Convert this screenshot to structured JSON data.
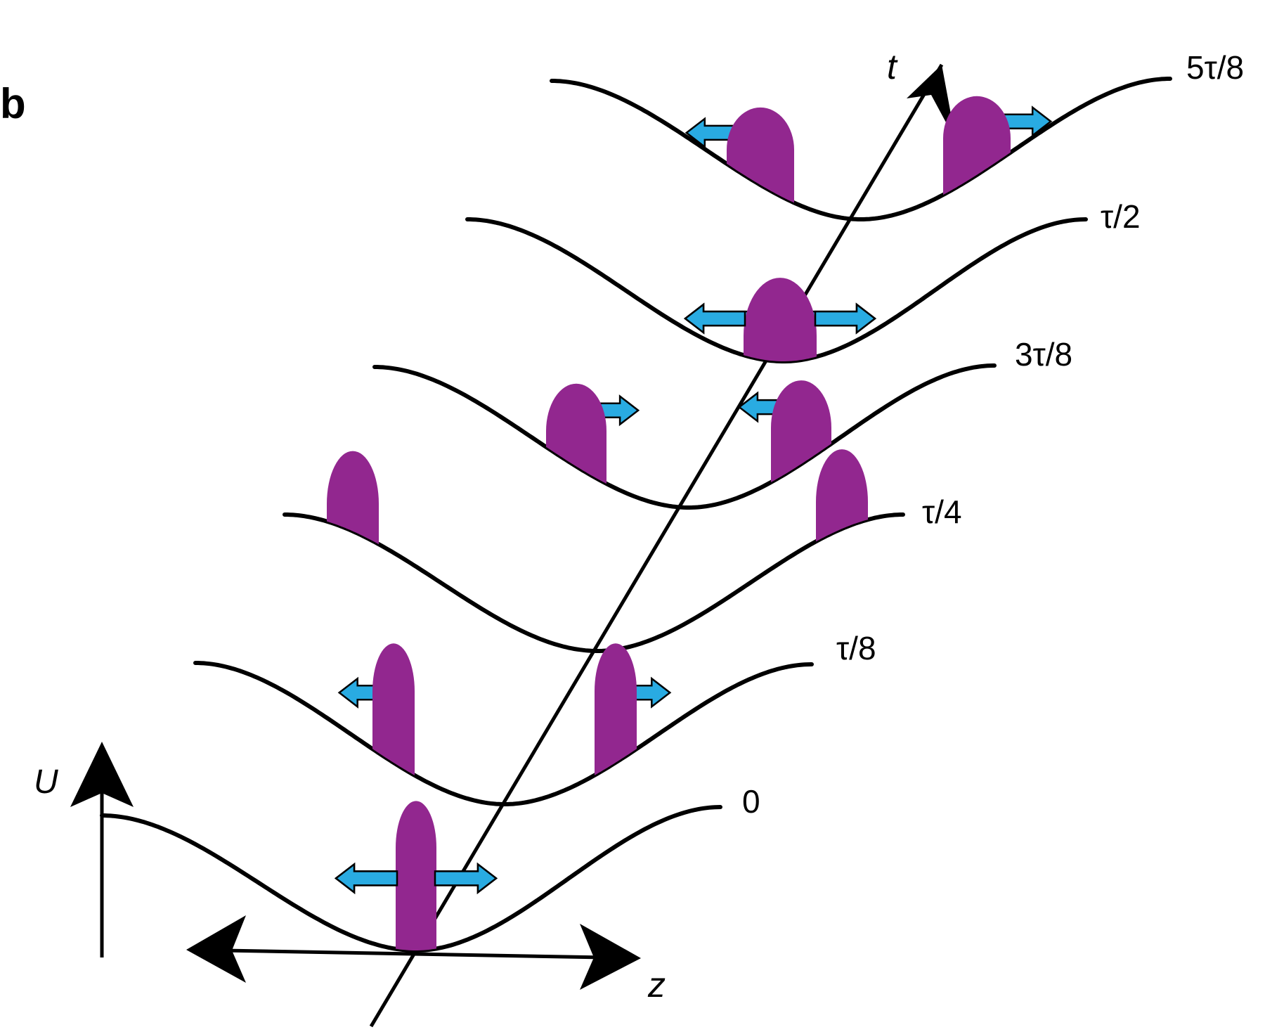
{
  "panel_label": "b",
  "axis_labels": {
    "u": "U",
    "z": "z",
    "t": "t"
  },
  "time_labels": [
    "0",
    "τ/8",
    "τ/4",
    "3τ/8",
    "τ/2",
    "5τ/8"
  ],
  "colors": {
    "curve": "#000000",
    "packet": "#92278f",
    "momentum_arrow": "#29abe2"
  }
}
